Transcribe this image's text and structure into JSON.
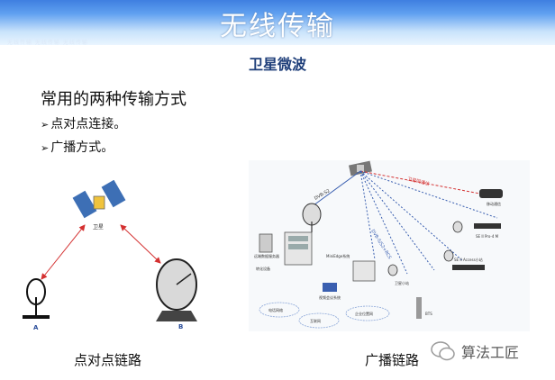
{
  "banner": {
    "title": "无线传输",
    "tiny_text": "无线传输 无线传输 无线传输"
  },
  "subtitle": "卫星微波",
  "heading": "常用的两种传输方式",
  "bullets": [
    {
      "arrow": "➢",
      "text": "点对点连接。"
    },
    {
      "arrow": "➢",
      "text": "广播方式。"
    }
  ],
  "p2p_diagram": {
    "satellite_label": "卫星",
    "station_a_label": "A",
    "station_b_label": "B"
  },
  "broadcast_diagram": {
    "link_labels": [
      "DVB-S2",
      "卫星同通信",
      "DVB-S/S2+RCS"
    ],
    "node_labels": [
      "远端数据服务器",
      "转化设备",
      "MiniEdge系统",
      "视频会议系统",
      "卫星小站",
      "移动通信",
      "SE II Pro-4 M",
      "SE II Access小站",
      "BTS",
      "电话网络",
      "互联网",
      "企业位置网"
    ]
  },
  "captions": {
    "left": "点对点链路",
    "right": "广播链路"
  },
  "watermark": {
    "text": "算法工匠"
  },
  "colors": {
    "subtitle": "#1f3f7a",
    "red_link": "#d43030",
    "blue_link": "#3a5fb0",
    "banner_top": "#3f7fe0"
  }
}
